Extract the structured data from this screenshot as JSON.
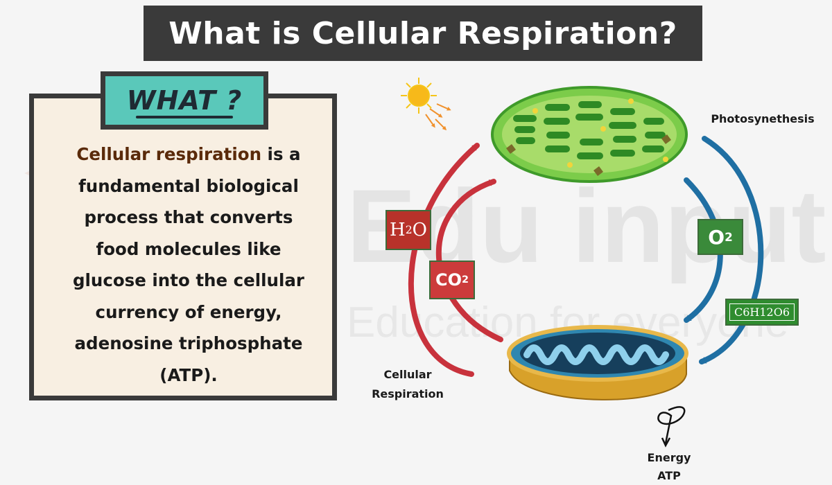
{
  "title": "What is Cellular Respiration?",
  "watermark": {
    "brand": "Edu input",
    "tagline": "Education for everyone"
  },
  "card": {
    "tag": "WHAT ?",
    "highlight_1": "Cellular",
    "highlight_2": "respiration",
    "text_1": "is a",
    "text_2": "fundamental biological",
    "text_3": "process that converts",
    "text_4": "food molecules like",
    "text_5": "glucose into the cellular",
    "text_6": "currency of energy,",
    "text_7": "adenosine triphosphate",
    "text_8": "(ATP)."
  },
  "diagram": {
    "photosynthesis_label": "Photosynethesis",
    "respiration_label_1": "Cellular",
    "respiration_label_2": "Respiration",
    "energy_label_1": "Energy",
    "energy_label_2": "ATP",
    "h2o": {
      "main": "H",
      "sub": "2",
      "tail": "O"
    },
    "co2": {
      "main": "CO",
      "sub": "2"
    },
    "o2": {
      "main": "O",
      "sub": "2"
    },
    "glucose": "C6H12O6"
  },
  "colors": {
    "title_bg": "#3a3a3a",
    "card_bg": "#f8efe2",
    "tag_bg": "#5ac8ba",
    "respiration_arrow": "#c8323c",
    "photosynthesis_arrow": "#1f6fa3",
    "chloroplast": "#4caf36",
    "mitochondria": "#3a8fb8"
  },
  "icons": [
    "sun-icon",
    "chloroplast-icon",
    "mitochondrion-icon",
    "energy-arrow-icon",
    "edu-input-logo-icon"
  ]
}
